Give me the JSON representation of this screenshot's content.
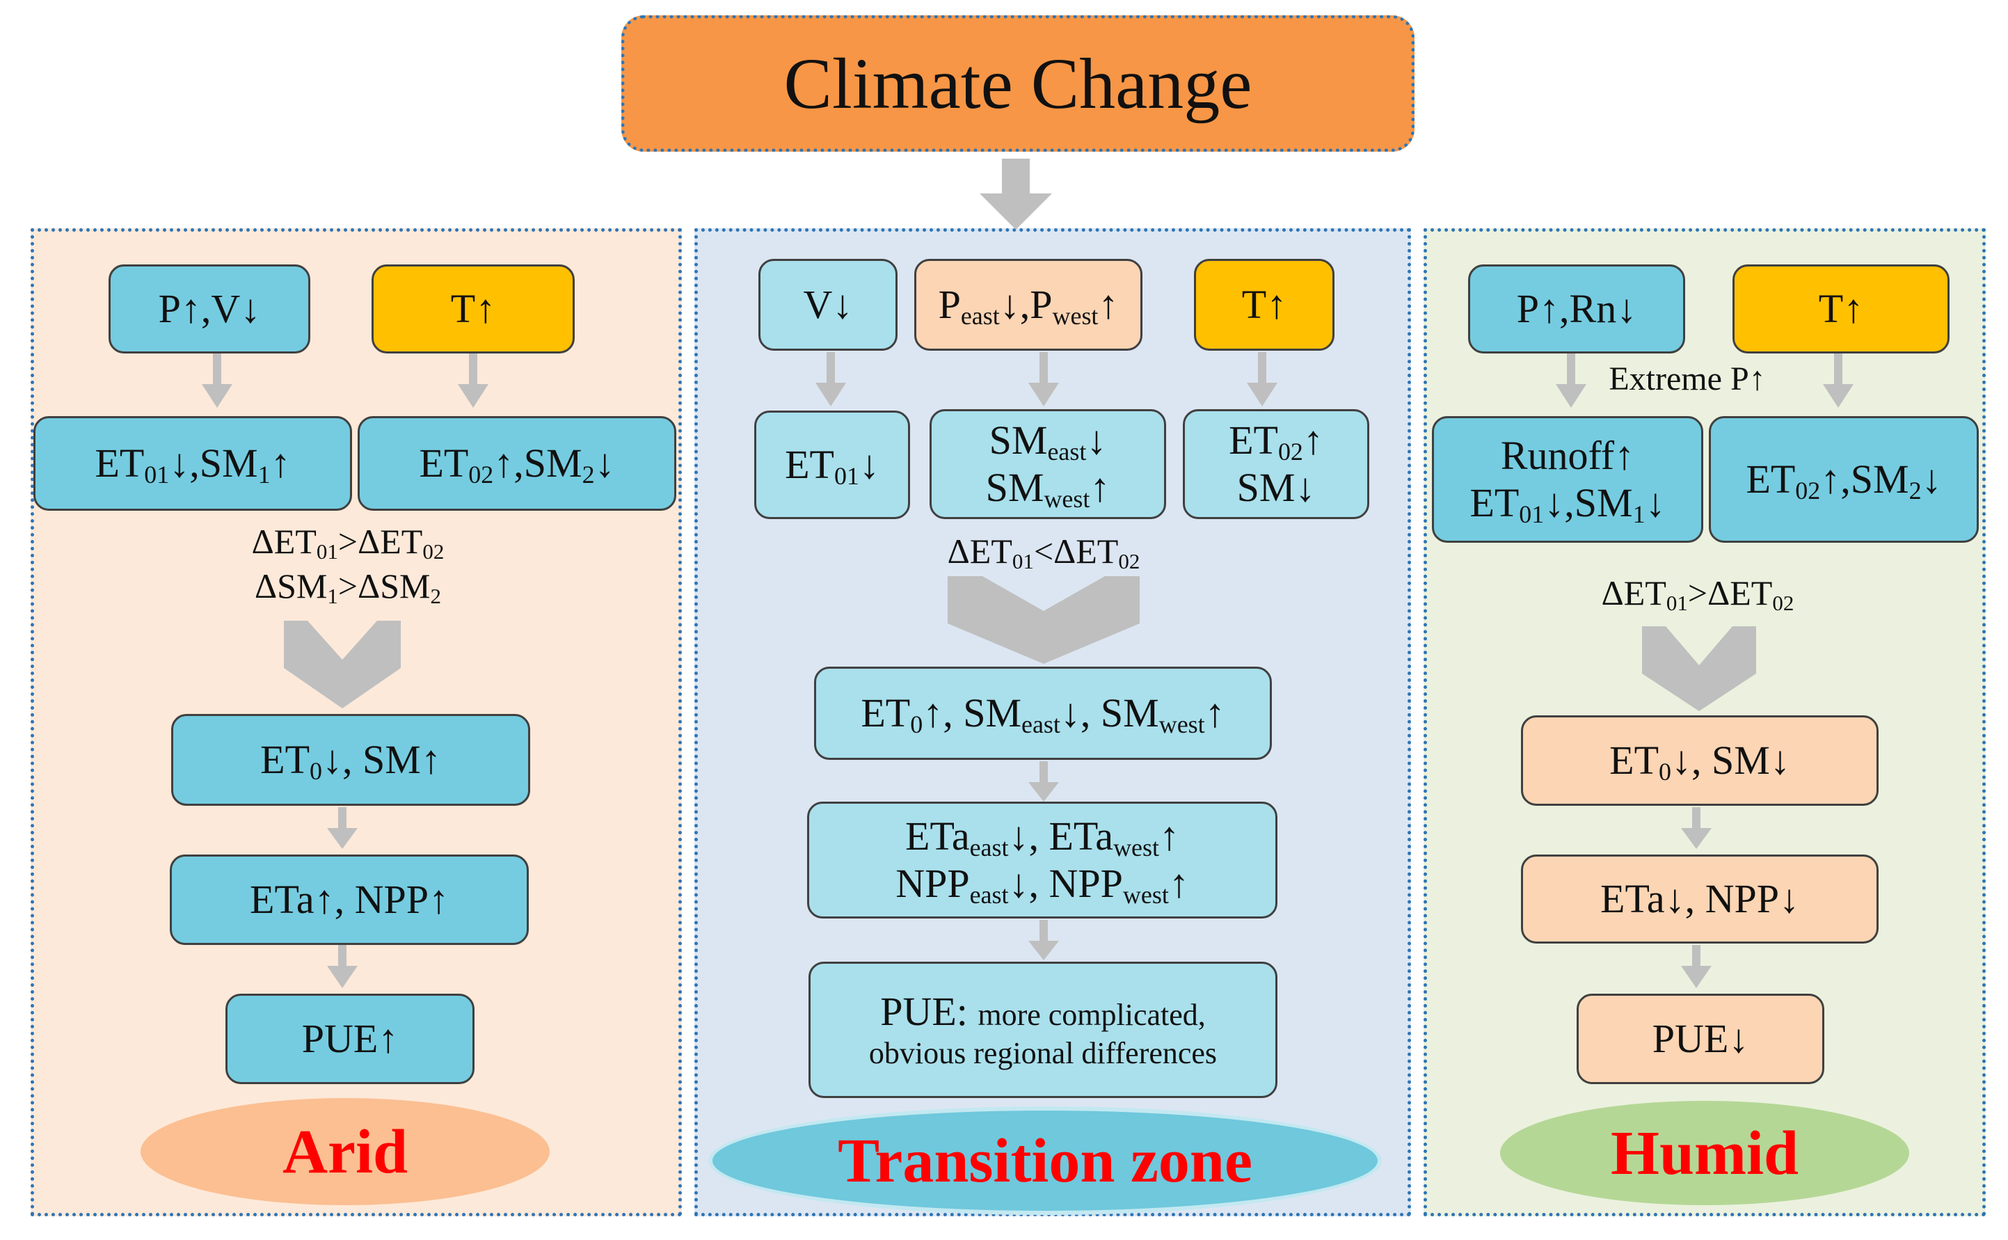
{
  "title": "Climate Change",
  "colors": {
    "title_bg": "#f79646",
    "arid_bg": "#fde9d9",
    "transition_bg": "#dce6f2",
    "humid_bg": "#ebf1de",
    "box_blue": "#75cce0",
    "box_light_blue": "#a9e0ec",
    "box_yellow": "#ffc000",
    "box_peach": "#fcd5b4",
    "arrow_gray": "#bfbfbf",
    "zone_label_red": "#ff0000"
  },
  "arid": {
    "zone_label": "Arid",
    "input_left": "P↑,V↓",
    "input_right": "T↑",
    "mid_left": {
      "a": "ET",
      "a_sub": "01",
      "b": "↓,SM",
      "b_sub": "1",
      "c": "↑"
    },
    "mid_right": {
      "a": "ET",
      "a_sub": "02",
      "b": "↑,SM",
      "b_sub": "2",
      "c": "↓"
    },
    "compare_1": {
      "a": "ΔET",
      "a_sub": "01",
      "op": ">ΔET",
      "b_sub": "02"
    },
    "compare_2": {
      "a": "ΔSM",
      "a_sub": "1",
      "op": ">ΔSM",
      "b_sub": "2"
    },
    "result_1": {
      "a": "ET",
      "a_sub": "0",
      "b": "↓, SM↑"
    },
    "result_2": "ETa↑, NPP↑",
    "result_3": "PUE↑"
  },
  "transition": {
    "zone_label": "Transition zone",
    "input_1": "V↓",
    "input_2": {
      "a": "P",
      "a_sub": "east",
      "b": "↓,P",
      "b_sub": "west",
      "c": "↑"
    },
    "input_3": "T↑",
    "mid_1": {
      "a": "ET",
      "a_sub": "01",
      "b": "↓"
    },
    "mid_2_line1": {
      "a": "SM",
      "a_sub": "east",
      "b": "↓"
    },
    "mid_2_line2": {
      "a": "SM",
      "a_sub": "west",
      "b": "↑"
    },
    "mid_3_line1": {
      "a": "ET",
      "a_sub": "02",
      "b": "↑"
    },
    "mid_3_line2": "SM↓",
    "compare_1": {
      "a": "ΔET",
      "a_sub": "01",
      "op": "<ΔET",
      "b_sub": "02"
    },
    "result_1": {
      "a": "ET",
      "a_sub": "0",
      "b": "↑, SM",
      "b_sub": "east",
      "c": "↓, SM",
      "c_sub": "west",
      "d": "↑"
    },
    "result_2_line1": {
      "a": "ETa",
      "a_sub": "east",
      "b": "↓, ETa",
      "b_sub": "west",
      "c": "↑"
    },
    "result_2_line2": {
      "a": "NPP",
      "a_sub": "east",
      "b": "↓, NPP",
      "b_sub": "west",
      "c": "↑"
    },
    "result_3_main": "PUE:",
    "result_3_rest": "more complicated,",
    "result_3_line2": "obvious regional differences"
  },
  "humid": {
    "zone_label": "Humid",
    "input_left": "P↑,Rn↓",
    "input_right": "T↑",
    "extreme_label": "Extreme P↑",
    "mid_left_line1": "Runoff↑",
    "mid_left_line2": {
      "a": "ET",
      "a_sub": "01",
      "b": "↓,SM",
      "b_sub": "1",
      "c": "↓"
    },
    "mid_right": {
      "a": "ET",
      "a_sub": "02",
      "b": "↑,SM",
      "b_sub": "2",
      "c": "↓"
    },
    "compare_1": {
      "a": "ΔET",
      "a_sub": "01",
      "op": ">ΔET",
      "b_sub": "02"
    },
    "result_1": {
      "a": "ET",
      "a_sub": "0",
      "b": "↓, SM↓"
    },
    "result_2": "ETa↓, NPP↓",
    "result_3": "PUE↓"
  }
}
